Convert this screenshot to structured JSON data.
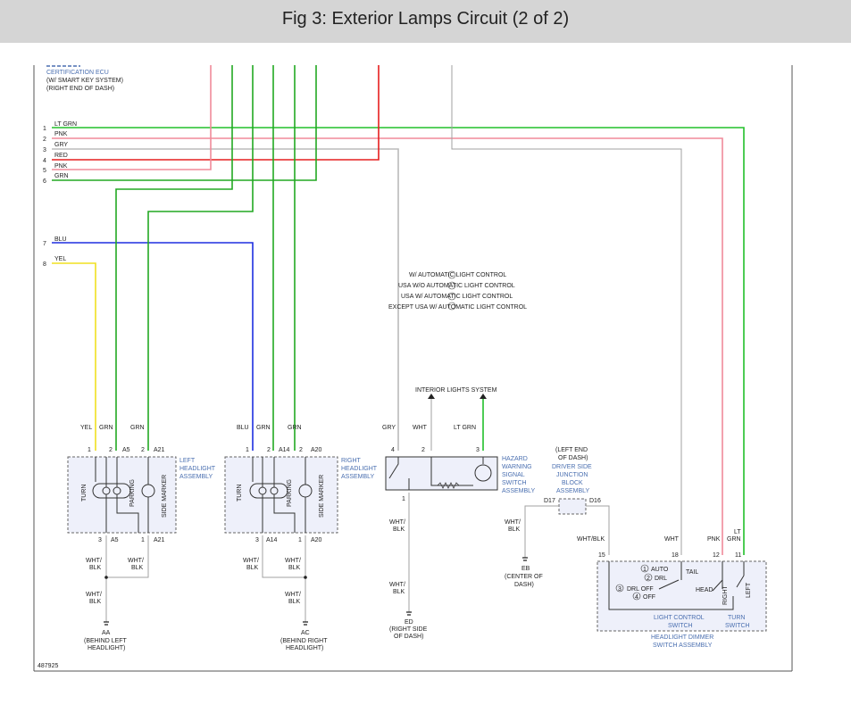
{
  "header": {
    "title": "Fig 3: Exterior Lamps Circuit (2 of 2)"
  },
  "diagram_id": "487925",
  "ecu": {
    "line1": "CERTIFICATION ECU",
    "line2": "(W/ SMART KEY SYSTEM)",
    "line3": "(RIGHT END OF DASH)"
  },
  "bus_wires": [
    {
      "pin": "1",
      "color_code": "LT GRN",
      "color": "#22c02a"
    },
    {
      "pin": "2",
      "color_code": "PNK",
      "color": "#f08a9a"
    },
    {
      "pin": "3",
      "color_code": "GRY",
      "color": "#bbbbbb"
    },
    {
      "pin": "4",
      "color_code": "RED",
      "color": "#e61e1e"
    },
    {
      "pin": "5",
      "color_code": "PNK",
      "color": "#f08a9a"
    },
    {
      "pin": "6",
      "color_code": "GRN",
      "color": "#22a822"
    },
    {
      "pin": "7",
      "color_code": "BLU",
      "color": "#1e2ee0"
    },
    {
      "pin": "8",
      "color_code": "YEL",
      "color": "#f0e020"
    }
  ],
  "notes": {
    "n1": "W/ AUTOMATIC LIGHT CONTROL",
    "n2": "USA W/O AUTOMATIC LIGHT CONTROL",
    "n3": "USA W/ AUTOMATIC LIGHT CONTROL",
    "n4": "EXCEPT USA W/ AUTOMATIC LIGHT CONTROL"
  },
  "left_headlight": {
    "wire_yel": "YEL",
    "wire_grn1": "GRN",
    "wire_grn2": "GRN",
    "pin_top_1": "1",
    "pin_top_2a": "2",
    "pin_top_a5": "A5",
    "pin_top_2b": "2",
    "pin_top_a21": "A21",
    "label1": "LEFT",
    "label2": "HEADLIGHT",
    "label3": "ASSEMBLY",
    "turn": "TURN",
    "parking": "PARKING",
    "side_marker": "SIDE MARKER",
    "pin_bot_3": "3",
    "pin_bot_a5": "A5",
    "pin_bot_1": "1",
    "pin_bot_a21": "A21",
    "wire_wb1a": "WHT/",
    "wire_wb1b": "BLK",
    "wire_wb2a": "WHT/",
    "wire_wb2b": "BLK",
    "wire_wb3a": "WHT/",
    "wire_wb3b": "BLK",
    "ground": "AA",
    "ground_loc1": "(BEHIND LEFT",
    "ground_loc2": "HEADLIGHT)"
  },
  "right_headlight": {
    "wire_blu": "BLU",
    "wire_grn1": "GRN",
    "wire_grn2": "GRN",
    "pin_top_1": "1",
    "pin_top_2a": "2",
    "pin_top_a14": "A14",
    "pin_top_2b": "2",
    "pin_top_a20": "A20",
    "label1": "RIGHT",
    "label2": "HEADLIGHT",
    "label3": "ASSEMBLY",
    "turn": "TURN",
    "parking": "PARKING",
    "side_marker": "SIDE MARKER",
    "pin_bot_3": "3",
    "pin_bot_a14": "A14",
    "pin_bot_1": "1",
    "pin_bot_a20": "A20",
    "wire_wb1a": "WHT/",
    "wire_wb1b": "BLK",
    "wire_wb2a": "WHT/",
    "wire_wb2b": "BLK",
    "wire_wb3a": "WHT/",
    "wire_wb3b": "BLK",
    "ground": "AC",
    "ground_loc1": "(BEHIND RIGHT",
    "ground_loc2": "HEADLIGHT)"
  },
  "hazard": {
    "interior": "INTERIOR LIGHTS SYSTEM",
    "wire_gry": "GRY",
    "wire_wht": "WHT",
    "wire_ltgrn": "LT GRN",
    "pin4": "4",
    "pin2": "2",
    "pin3": "3",
    "pin1": "1",
    "label1": "HAZARD",
    "label2": "WARNING",
    "label3": "SIGNAL",
    "label4": "SWITCH",
    "label5": "ASSEMBLY",
    "wire_wb_a": "WHT/",
    "wire_wb_b": "BLK",
    "wire_wb2_a": "WHT/",
    "wire_wb2_b": "BLK",
    "ground": "ED",
    "ground_loc1": "(RIGHT SIDE",
    "ground_loc2": "OF DASH)"
  },
  "junction": {
    "loc1": "(LEFT END",
    "loc2": "OF DASH)",
    "name1": "DRIVER SIDE",
    "name2": "JUNCTION",
    "name3": "BLOCK",
    "name4": "ASSEMBLY",
    "d17": "D17",
    "d16": "D16",
    "wire_a": "WHT/",
    "wire_b": "BLK",
    "ground": "EB",
    "ground_loc1": "(CENTER OF",
    "ground_loc2": "DASH)"
  },
  "dimmer": {
    "wire_whtblk": "WHT/BLK",
    "wire_wht": "WHT",
    "wire_pnk": "PNK",
    "wire_lt": "LT",
    "wire_grn": "GRN",
    "pin15": "15",
    "pin18": "18",
    "pin12": "12",
    "pin11": "11",
    "auto": "AUTO",
    "drl": "DRL",
    "drl_off": "DRL OFF",
    "off": "OFF",
    "tail": "TAIL",
    "head": "HEAD",
    "right": "RIGHT",
    "left": "LEFT",
    "n1": "1",
    "n2": "2",
    "n3": "3",
    "n4": "4",
    "light_control1": "LIGHT CONTROL",
    "light_control2": "SWITCH",
    "turn_switch1": "TURN",
    "turn_switch2": "SWITCH",
    "assembly1": "HEADLIGHT DIMMER",
    "assembly2": "SWITCH ASSEMBLY"
  }
}
